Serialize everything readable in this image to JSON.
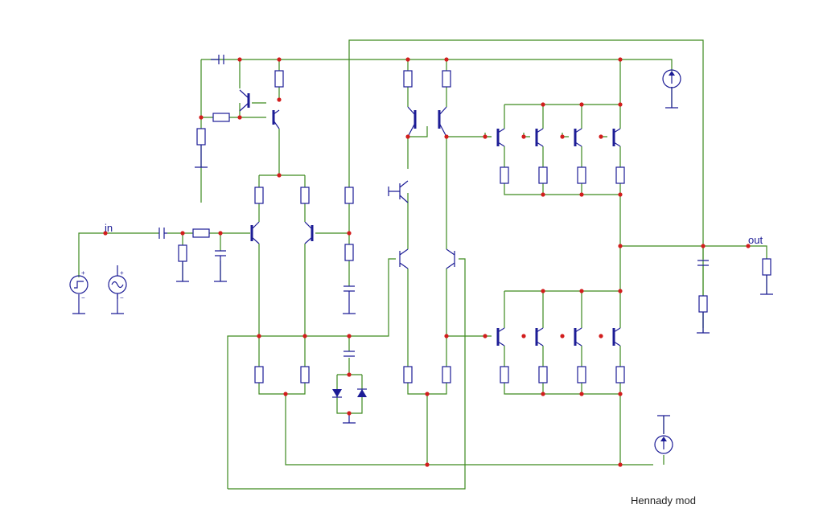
{
  "labels": {
    "input": "in",
    "output": "out"
  },
  "credit": "Hennady mod",
  "colors": {
    "wire": "#3d8a1f",
    "component": "#1c1c96",
    "node": "#d21d1d",
    "background": "#ffffff"
  }
}
